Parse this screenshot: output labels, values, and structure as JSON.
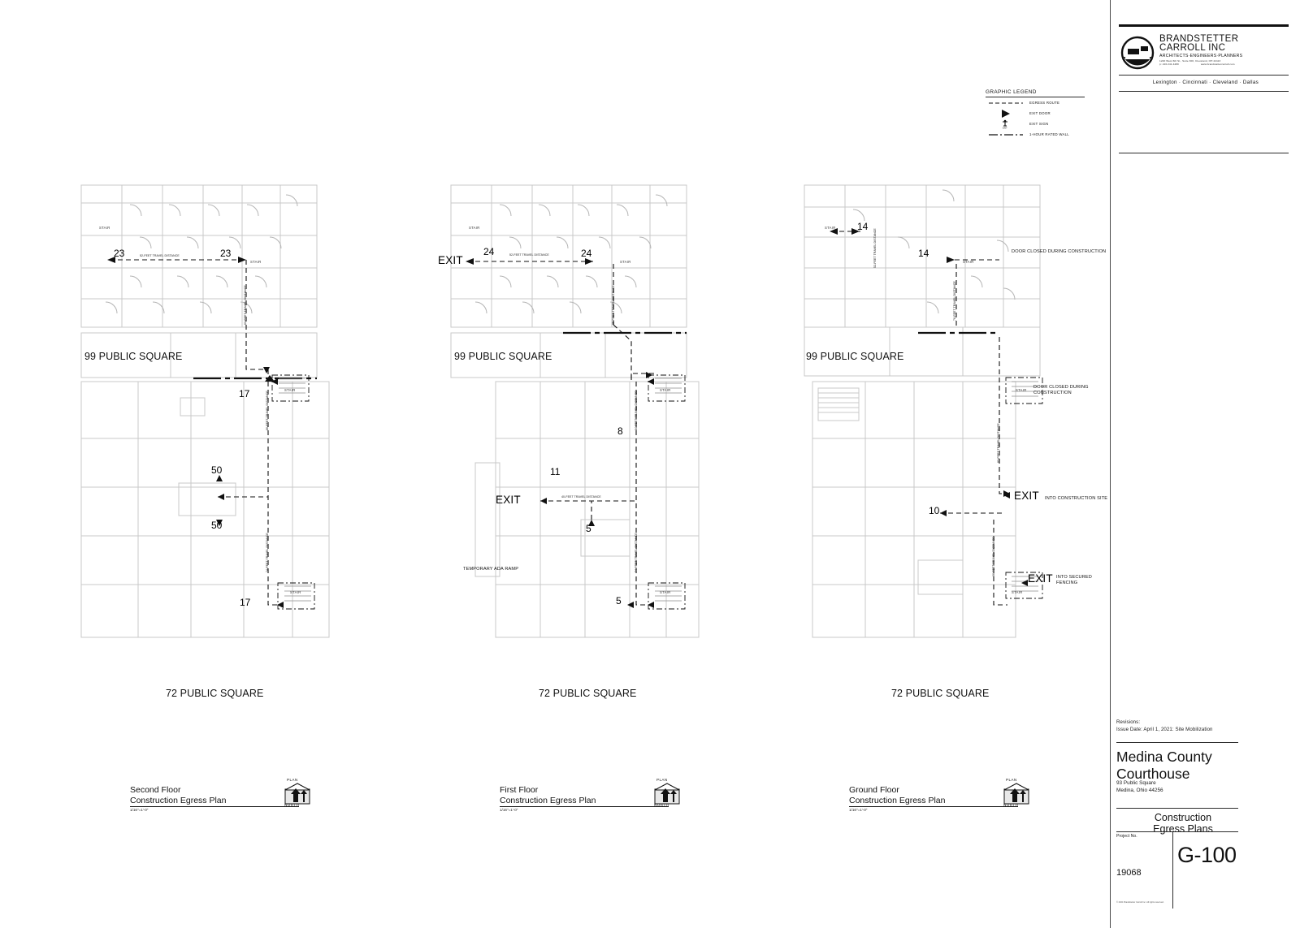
{
  "sheet": {
    "number": "G-100",
    "name_line1": "Construction",
    "name_line2": "Egress Plans",
    "project_no_label": "Project No.",
    "project_no": "19068",
    "project_name_line1": "Medina County",
    "project_name_line2": "Courthouse",
    "project_address_line1": "93 Public Square",
    "project_address_line2": "Medina, Ohio 44256",
    "revisions_label": "Revisions:",
    "issue_date": "Issue Date:  April  1, 2021: Site Mobilization",
    "copyright": "© 2021 Brandstetter Carroll Inc. All rights reserved."
  },
  "firm": {
    "name_line1": "BRANDSTETTER",
    "name_line2": "CARROLL INC",
    "discipline": "ARCHITECTS·ENGINEERS·PLANNERS",
    "address": "1220 West 6th St., Suite 300, Cleveland, OH 44113",
    "contact_phone": "p: 216.241.4480",
    "contact_web": "www.brandstettercarroll.com",
    "cities": "Lexington · Cincinnati · Cleveland · Dallas"
  },
  "legend": {
    "title": "GRAPHIC LEGEND",
    "items": [
      {
        "symbol": "dashed-line",
        "label": "EGRESS ROUTE"
      },
      {
        "symbol": "filled-triangle",
        "label": "EXIT DOOR"
      },
      {
        "symbol": "exit-sign-glyph",
        "label": "EXIT SIGN"
      },
      {
        "symbol": "dash-dot-line",
        "label": "1-HOUR RATED WALL"
      }
    ]
  },
  "plans": [
    {
      "id": "second-floor",
      "title_line1": "Second Floor",
      "title_line2": "Construction Egress Plan",
      "scale": "1/16\"=1'-0\"",
      "north_label": "PLAN",
      "north_sub": "NORTH",
      "upper_building": "99 PUBLIC SQUARE",
      "lower_building": "72 PUBLIC SQUARE",
      "occupant_loads": [
        "23",
        "23",
        "17",
        "50",
        "50",
        "17"
      ],
      "travel_distances": [
        "52-FEET\nTRAVEL DISTANCE",
        "63-FEET\nTRAVEL DISTANCE",
        "86-FEET\nTRAVEL DISTANCE",
        "74-FEET\nTRAVEL DISTANCE"
      ],
      "stair_labels": [
        "STAIR",
        "STAIR",
        "STAIR",
        "STAIR"
      ],
      "notes": []
    },
    {
      "id": "first-floor",
      "title_line1": "First Floor",
      "title_line2": "Construction Egress Plan",
      "scale": "1/16\"=1'-0\"",
      "north_label": "PLAN",
      "north_sub": "NORTH",
      "upper_building": "99 PUBLIC SQUARE",
      "lower_building": "72 PUBLIC SQUARE",
      "occupant_loads": [
        "24",
        "24",
        "8",
        "11",
        "5",
        "5"
      ],
      "exit_labels": [
        "EXIT",
        "EXIT"
      ],
      "travel_distances": [
        "52-FEET\nTRAVEL DISTANCE",
        "85-FEET\nTRAVEL DISTANCE",
        "84-FEET\nTRAVEL DISTANCE",
        "40-FEET\nTRAVEL DISTANCE",
        "74-FEET\nTRAVEL DISTANCE"
      ],
      "stair_labels": [
        "STAIR",
        "STAIR",
        "STAIR",
        "STAIR"
      ],
      "notes": [
        {
          "text": "TEMPORARY\nADA RAMP"
        }
      ]
    },
    {
      "id": "ground-floor",
      "title_line1": "Ground Floor",
      "title_line2": "Construction Egress Plan",
      "scale": "1/16\"=1'-0\"",
      "north_label": "PLAN",
      "north_sub": "NORTH",
      "upper_building": "99 PUBLIC SQUARE",
      "lower_building": "72 PUBLIC SQUARE",
      "occupant_loads": [
        "14",
        "14",
        "10"
      ],
      "exit_labels": [
        "EXIT",
        "EXIT"
      ],
      "travel_distances": [
        "52-FEET\nTRAVEL DISTANCE",
        "76-FEET\nTRAVEL DISTANCE",
        "83-FEET\nTRAVEL DISTANCE",
        "66-FEET\nTRAVEL DISTANCE"
      ],
      "stair_labels": [
        "STAIR",
        "STAIR",
        "STAIR",
        "STAIR"
      ],
      "notes": [
        {
          "text": "DOOR\nCLOSED\nDURING\nCONSTRUCTION"
        },
        {
          "text": "DOOR\nCLOSED\nDURING\nCONSTRUCTION"
        },
        {
          "text": "INTO\nCONSTRUCTION\nSITE"
        },
        {
          "text": "INTO\nSECURED\nFENCING"
        }
      ]
    }
  ]
}
